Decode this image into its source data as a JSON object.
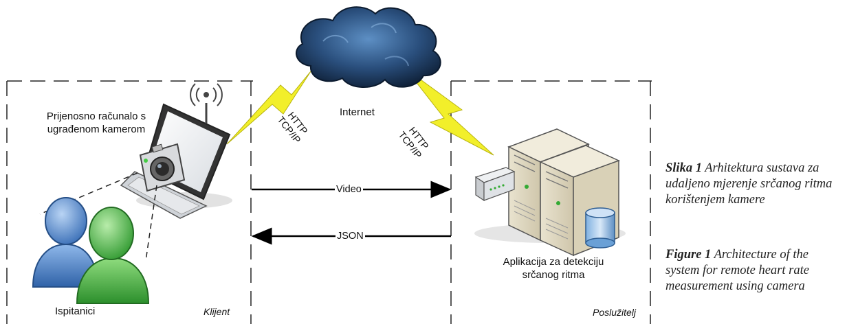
{
  "diagram": {
    "internet_label": "Internet",
    "client": {
      "laptop_label_line1": "Prijenosno računalo s",
      "laptop_label_line2": "ugrađenom kamerom",
      "people_label": "Ispitanici",
      "region_label": "Klijent"
    },
    "server": {
      "app_label_line1": "Aplikacija za detekciju",
      "app_label_line2": "srčanog ritma",
      "region_label": "Poslužitelj"
    },
    "links": {
      "left": {
        "line1": "HTTP",
        "line2": "TCP/IP"
      },
      "right": {
        "line1": "HTTP",
        "line2": "TCP/IP"
      }
    },
    "arrows": {
      "video": "Video",
      "json": "JSON"
    }
  },
  "caption": {
    "hr_title": "Slika 1",
    "hr_text": "Arhitektura sustava za udaljeno mjerenje srčanog ritma korištenjem kamere",
    "en_title": "Figure 1",
    "en_text": "Architecture of the system for remote heart rate measurement using camera"
  },
  "colors": {
    "lightning": "#f2ef2a",
    "cloud": "#1d3c62",
    "person_blue": "#4f86cc",
    "person_green": "#3fae3f"
  }
}
